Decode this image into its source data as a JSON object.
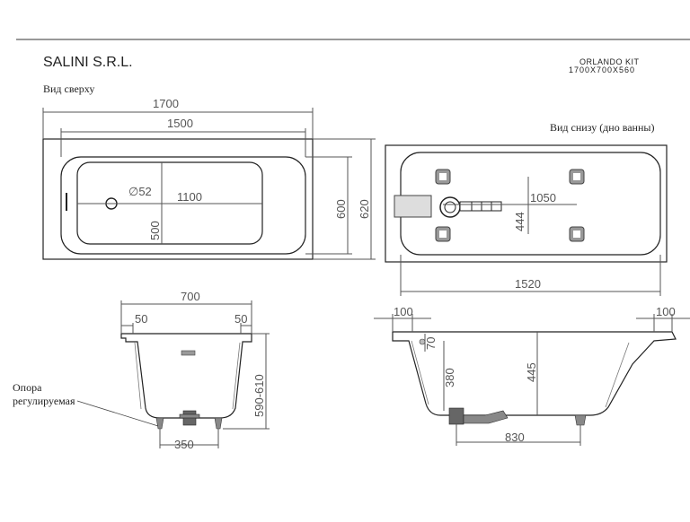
{
  "header": {
    "company": "SALINI S.R.L.",
    "model": "ORLANDO KIT",
    "size": "1700X700X560"
  },
  "views": {
    "top": {
      "title": "Вид сверху"
    },
    "bottom": {
      "title": "Вид снизу (дно ванны)"
    }
  },
  "labels": {
    "support_line1": "Опора",
    "support_line2": "регулируемая"
  },
  "dimensions": {
    "top_length": "1700",
    "top_inner_length": "1500",
    "top_bowl_length": "1100",
    "top_drain_diameter": "∅52",
    "top_bowl_width": "500",
    "top_inner_width": "600",
    "top_outer_width": "620",
    "bottom_frame_length": "1050",
    "bottom_frame_width": "444",
    "bottom_length": "1520",
    "front_width": "700",
    "front_left_rim": "50",
    "front_right_rim": "50",
    "front_height": "590-610",
    "front_feet": "350",
    "side_left_rim": "100",
    "side_right_rim": "100",
    "side_overflow": "70",
    "side_drain_height": "380",
    "side_depth": "445",
    "side_feet": "830"
  }
}
